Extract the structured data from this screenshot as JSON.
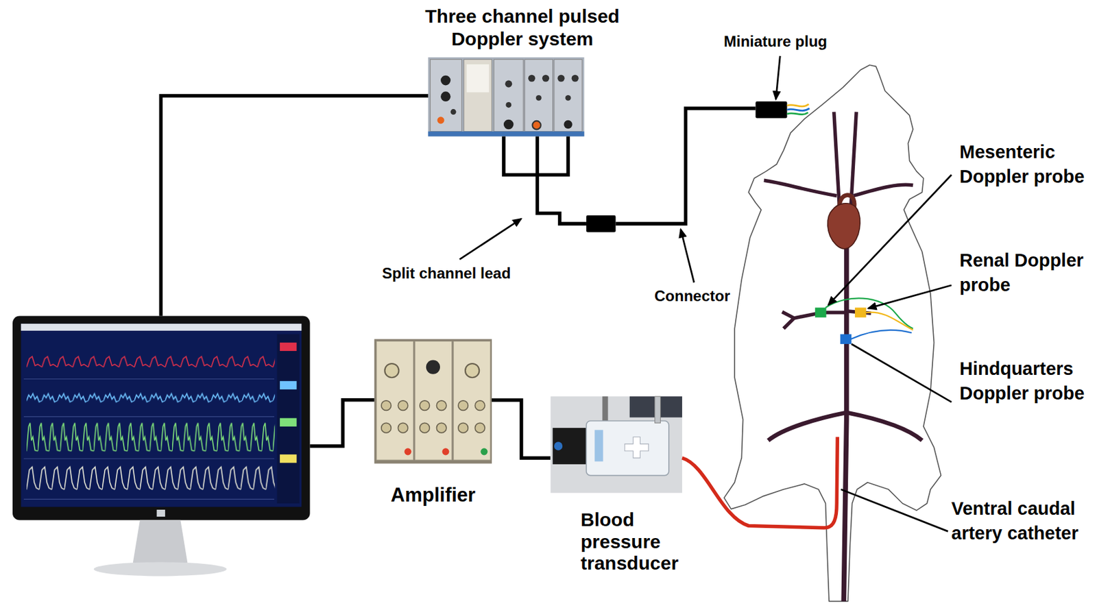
{
  "diagram": {
    "nodes": [
      {
        "text": [
          "Three channel pulsed Doppler system"
        ]
      },
      {
        "text": [
          "Amplifier"
        ]
      },
      {
        "text": [
          "Blood pressure transducer"
        ]
      }
    ],
    "edges": [
      {
        "from": 1,
        "to": 2,
        "arrow": "none"
      }
    ],
    "labels": [
      "Miniature plug",
      "Split channel lead",
      "Connector",
      "Mesenteric Doppler probe",
      "Renal Doppler probe",
      "Hindquarters Doppler probe",
      "Ventral caudal artery catheter"
    ]
  }
}
